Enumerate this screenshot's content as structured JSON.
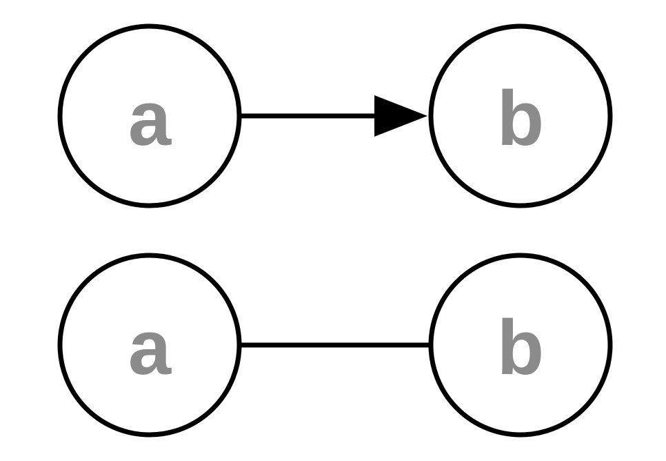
{
  "colors": {
    "background": "#ffffff",
    "node_stroke": "#000000",
    "node_fill": "#ffffff",
    "edge": "#000000",
    "label": "#8b8b8b"
  },
  "graphs": [
    {
      "name": "directed-graph",
      "nodes": [
        {
          "id": "a",
          "label": "a"
        },
        {
          "id": "b",
          "label": "b"
        }
      ],
      "edges": [
        {
          "from": "a",
          "to": "b",
          "directed": true,
          "arrowhead": "filled-triangle"
        }
      ]
    },
    {
      "name": "undirected-graph",
      "nodes": [
        {
          "id": "a",
          "label": "a"
        },
        {
          "id": "b",
          "label": "b"
        }
      ],
      "edges": [
        {
          "from": "a",
          "to": "b",
          "directed": false
        }
      ]
    }
  ]
}
